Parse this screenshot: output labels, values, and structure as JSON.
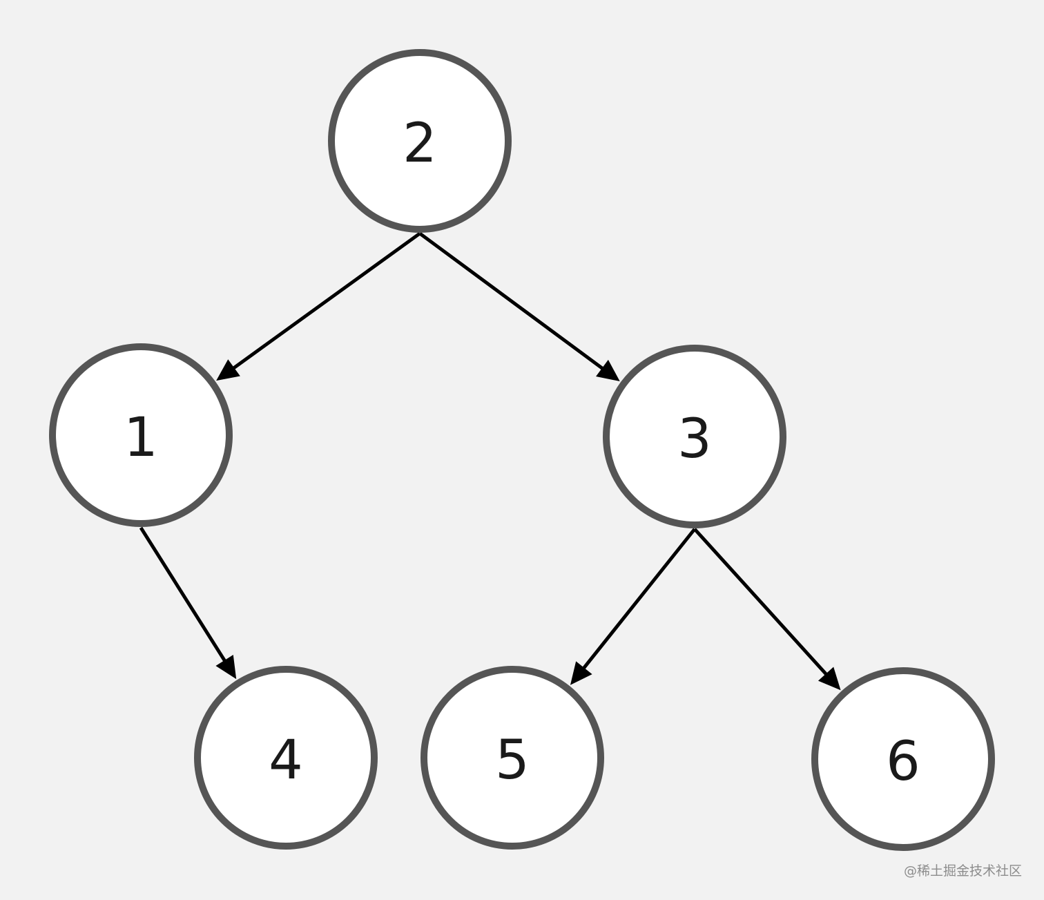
{
  "diagram": {
    "type": "binary-tree",
    "nodes": [
      {
        "id": "n2",
        "label": "2"
      },
      {
        "id": "n1",
        "label": "1"
      },
      {
        "id": "n3",
        "label": "3"
      },
      {
        "id": "n4",
        "label": "4"
      },
      {
        "id": "n5",
        "label": "5"
      },
      {
        "id": "n6",
        "label": "6"
      }
    ],
    "edges": [
      {
        "from": "n2",
        "to": "n1"
      },
      {
        "from": "n2",
        "to": "n3"
      },
      {
        "from": "n1",
        "to": "n4"
      },
      {
        "from": "n3",
        "to": "n5"
      },
      {
        "from": "n3",
        "to": "n6"
      }
    ]
  },
  "colors": {
    "background": "#f2f2f2",
    "node_fill": "#ffffff",
    "node_stroke": "#555555",
    "edge": "#000000",
    "label": "#1a1a1a"
  },
  "watermark": "@稀土掘金技术社区"
}
